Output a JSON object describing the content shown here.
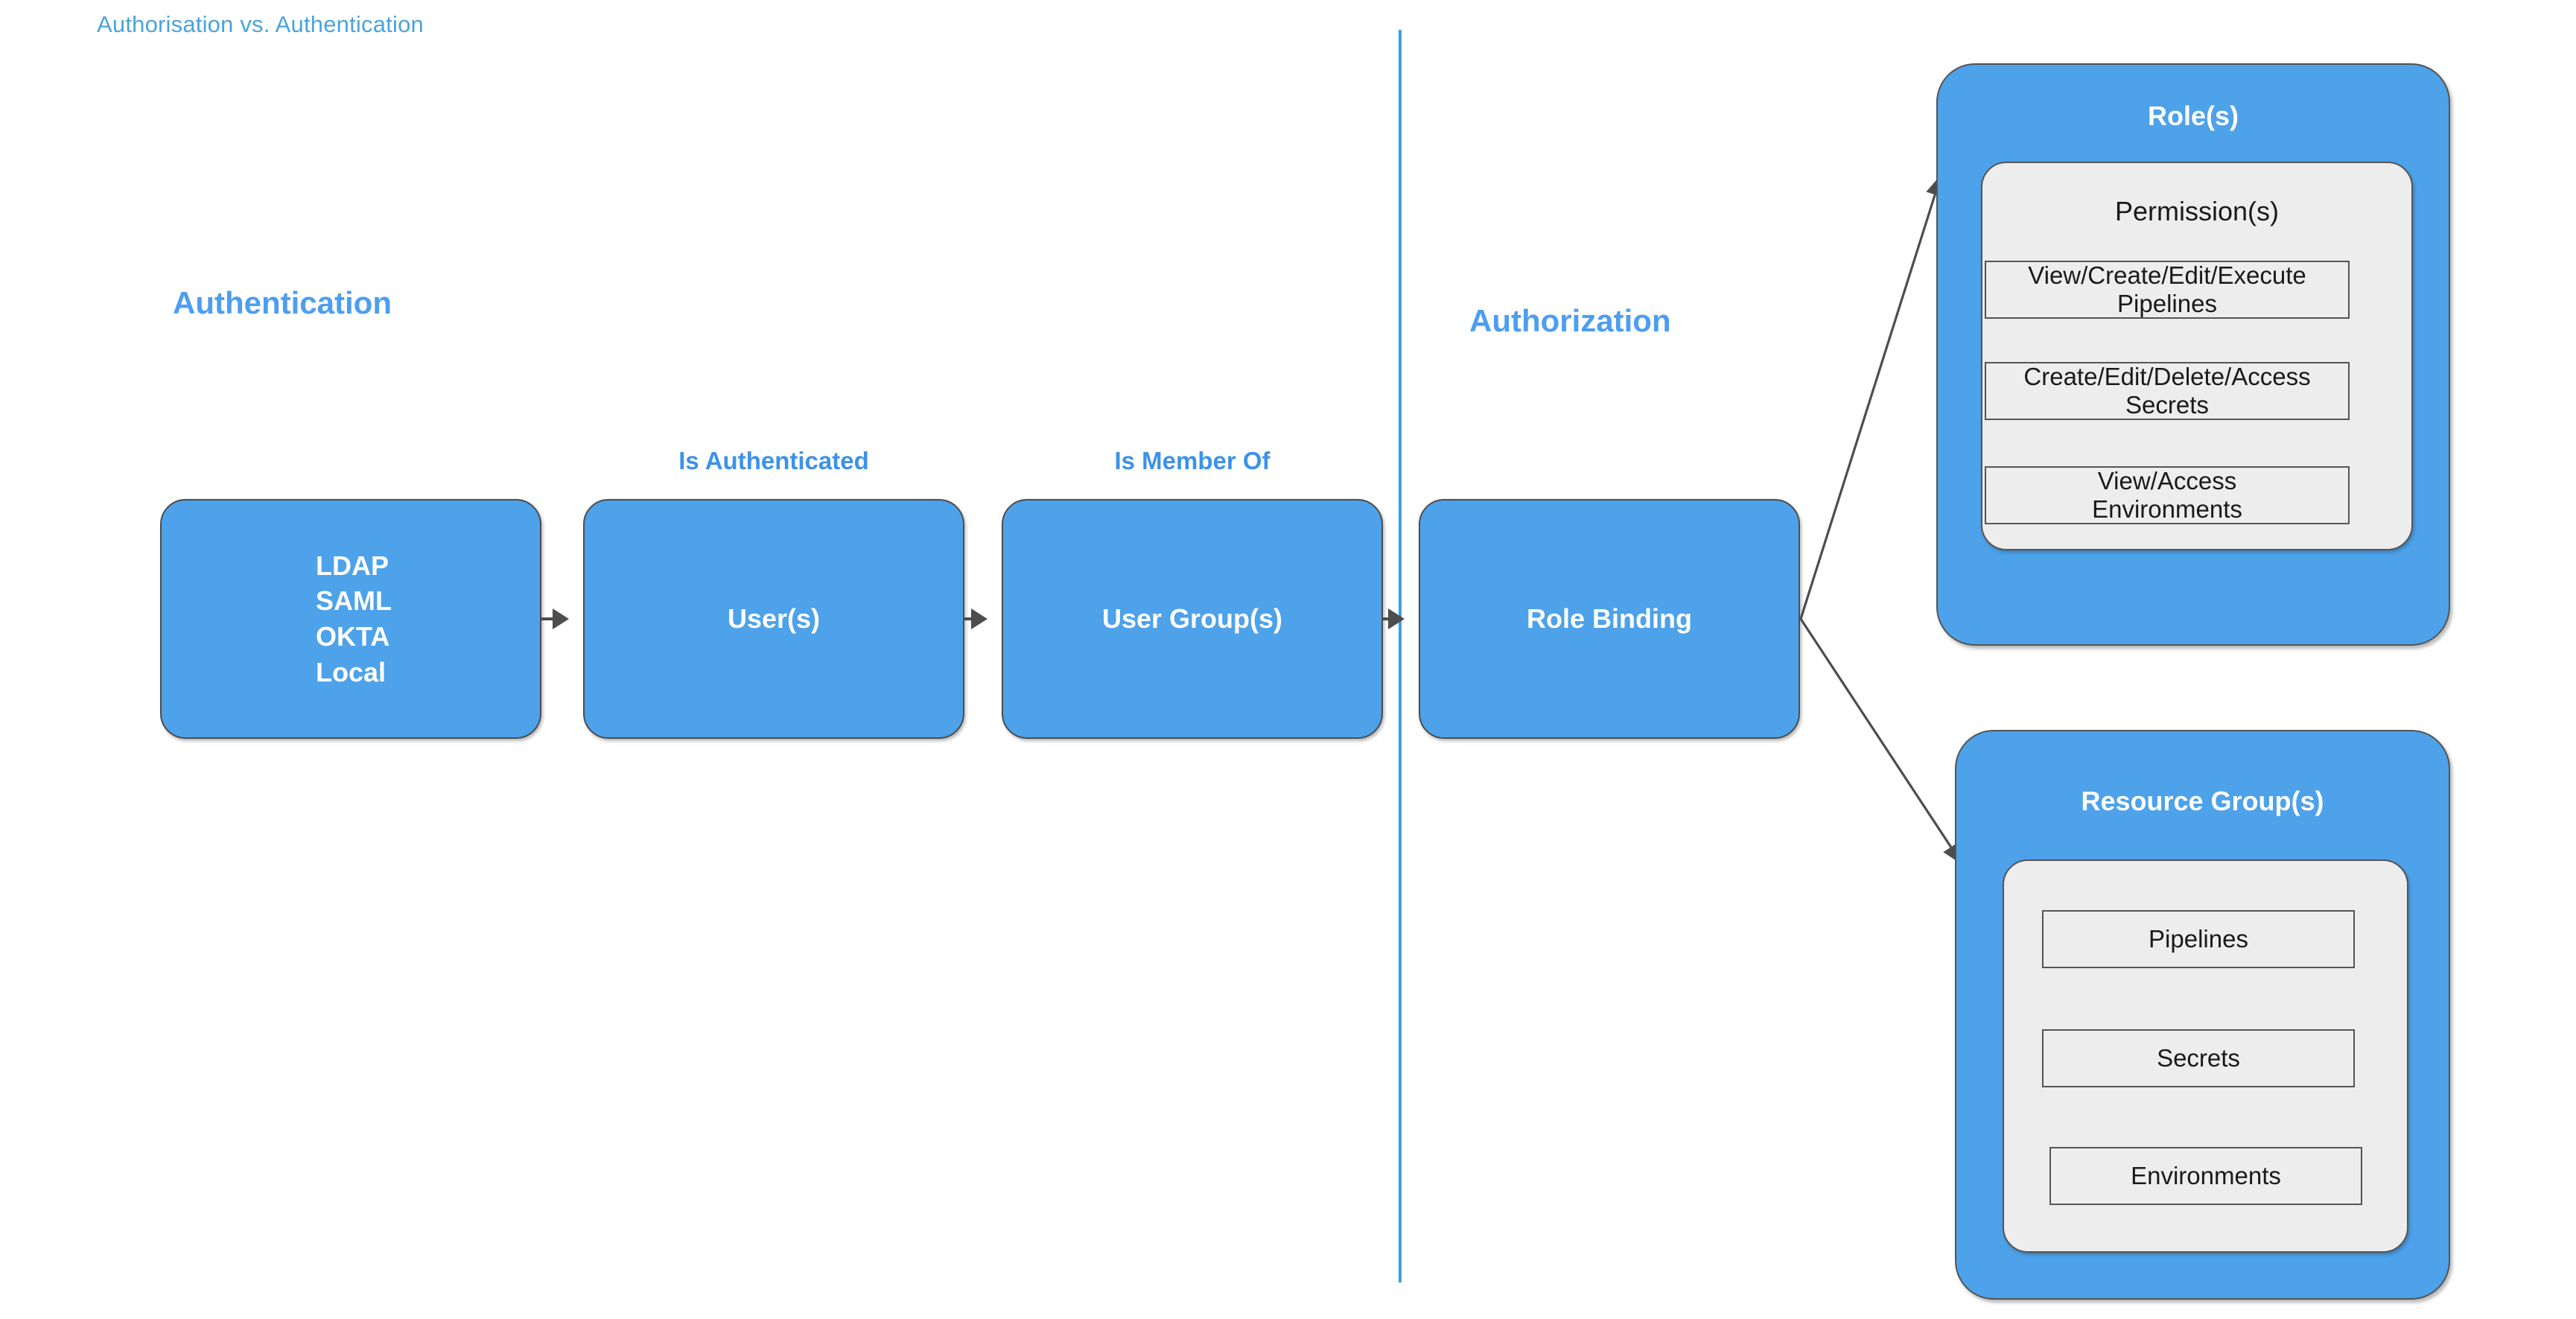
{
  "title": "Authorisation vs. Authentication",
  "colors": {
    "title": "#4aa3dd",
    "heading": "#4d9ef0",
    "edge_label": "#3d92e8",
    "box_fill": "#4da2ea",
    "panel_fill": "#ededed",
    "stroke": "#4d4d4d",
    "divider": "#3ca2e5",
    "box_text": "#ffffff",
    "panel_text": "#1a1a1a"
  },
  "sections": {
    "left_heading": "Authentication",
    "right_heading": "Authorization"
  },
  "flow": {
    "boxes": [
      {
        "id": "idp",
        "label": "LDAP\nSAML\nOKTA\nLocal"
      },
      {
        "id": "users",
        "label": "User(s)"
      },
      {
        "id": "user_groups",
        "label": "User Group(s)"
      },
      {
        "id": "role_binding",
        "label": "Role Binding"
      }
    ],
    "edge_labels": [
      {
        "id": "is_authenticated",
        "label": "Is Authenticated"
      },
      {
        "id": "is_member_of",
        "label": "Is Member Of"
      }
    ]
  },
  "groups": [
    {
      "id": "roles",
      "title": "Role(s)",
      "panel_title": "Permission(s)",
      "items": [
        "View/Create/Edit/Execute\nPipelines",
        "Create/Edit/Delete/Access\nSecrets",
        "View/Access\nEnvironments"
      ]
    },
    {
      "id": "resource_groups",
      "title": "Resource Group(s)",
      "panel_title": "",
      "items": [
        "Pipelines",
        "Secrets",
        "Environments"
      ]
    }
  ]
}
